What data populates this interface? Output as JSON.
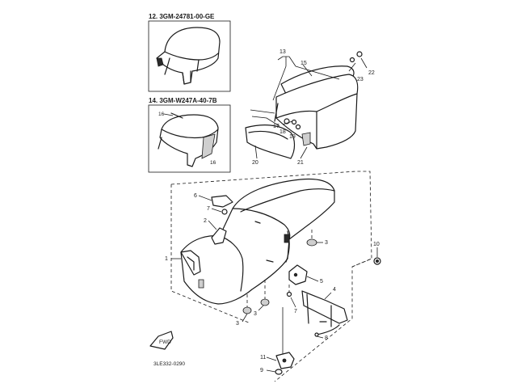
{
  "diagram": {
    "insets": [
      {
        "title": "12. 3GM-24781-00-GE",
        "callouts": []
      },
      {
        "title": "14. 3GM-W247A-40-7B",
        "callouts": [
          "16",
          "16"
        ]
      }
    ],
    "callouts": {
      "c1": "1",
      "c2": "2",
      "c3a": "3",
      "c3b": "3",
      "c3c": "3",
      "c4": "4",
      "c5": "5",
      "c6": "6",
      "c7a": "7",
      "c7b": "7",
      "c8": "8",
      "c9": "9",
      "c10": "10",
      "c11": "11",
      "c13": "13",
      "c15": "15",
      "c17": "17",
      "c18": "18",
      "c19": "19",
      "c20": "20",
      "c21": "21",
      "c22": "22",
      "c23": "23"
    },
    "front_arrow": "FWD",
    "drawing_code": "3LE332-0290"
  }
}
